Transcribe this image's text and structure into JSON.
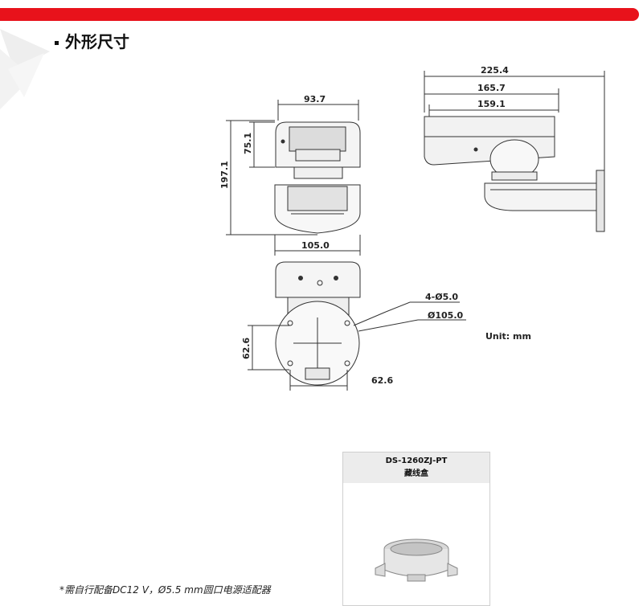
{
  "section": {
    "title": "外形尺寸"
  },
  "dimensions": {
    "side_total": "225.4",
    "side_mid": "165.7",
    "side_short": "159.1",
    "front_width": "93.7",
    "front_head_height": "75.1",
    "front_total_height": "197.1",
    "front_base_width": "105.0",
    "mount_holes": "4-Ø5.0",
    "mount_diameter": "Ø105.0",
    "mount_pitch_v": "62.6",
    "mount_pitch_h": "62.6"
  },
  "unit_label": "Unit: mm",
  "accessory": {
    "model": "DS-1260ZJ-PT",
    "name": "藏线盒"
  },
  "footnote": "*需自行配备DC12 V，Ø5.5 mm圆口电源适配器",
  "colors": {
    "brand_red": "#e8121b",
    "line": "#333333"
  }
}
